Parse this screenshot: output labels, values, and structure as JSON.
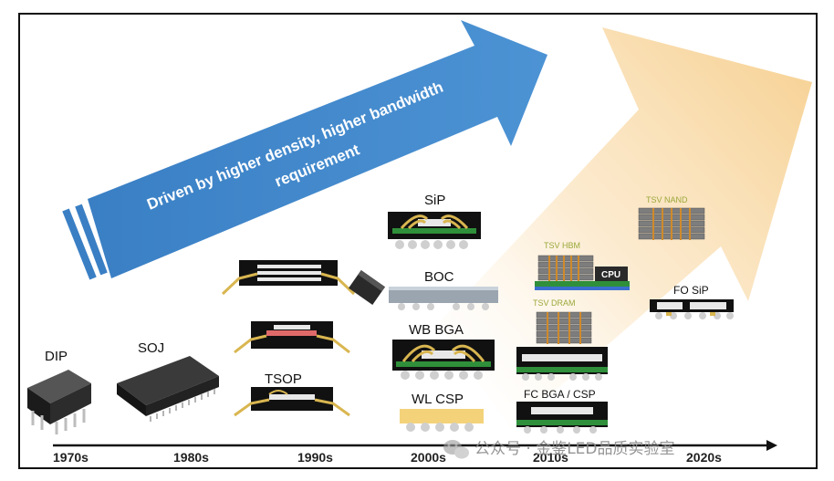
{
  "banner": {
    "line1": "Driven by higher density, higher bandwidth",
    "line2": "requirement"
  },
  "packages": {
    "dip": "DIP",
    "soj": "SOJ",
    "tsop": "TSOP",
    "sip": "SiP",
    "boc": "BOC",
    "wb_bga": "WB BGA",
    "wl_csp": "WL CSP",
    "tsv_hbm": "TSV HBM",
    "cpu": "CPU",
    "tsv_dram": "TSV DRAM",
    "fc_bga_csp": "FC BGA / CSP",
    "tsv_nand": "TSV NAND",
    "fo_sip": "FO SiP"
  },
  "timeline": {
    "decades": [
      "1970s",
      "1980s",
      "1990s",
      "2000s",
      "2010s",
      "2020s"
    ]
  },
  "watermark": {
    "text": "公众号 · 金鉴LED品质实验室"
  },
  "colors": {
    "arrow_blue": "#3f86c8",
    "arrow_stripe": "#ffffff",
    "gold": "#d9b650",
    "substrate_green": "#2f8f3a",
    "label_olive": "#9aa83a",
    "peach": "#f6cf8e"
  }
}
